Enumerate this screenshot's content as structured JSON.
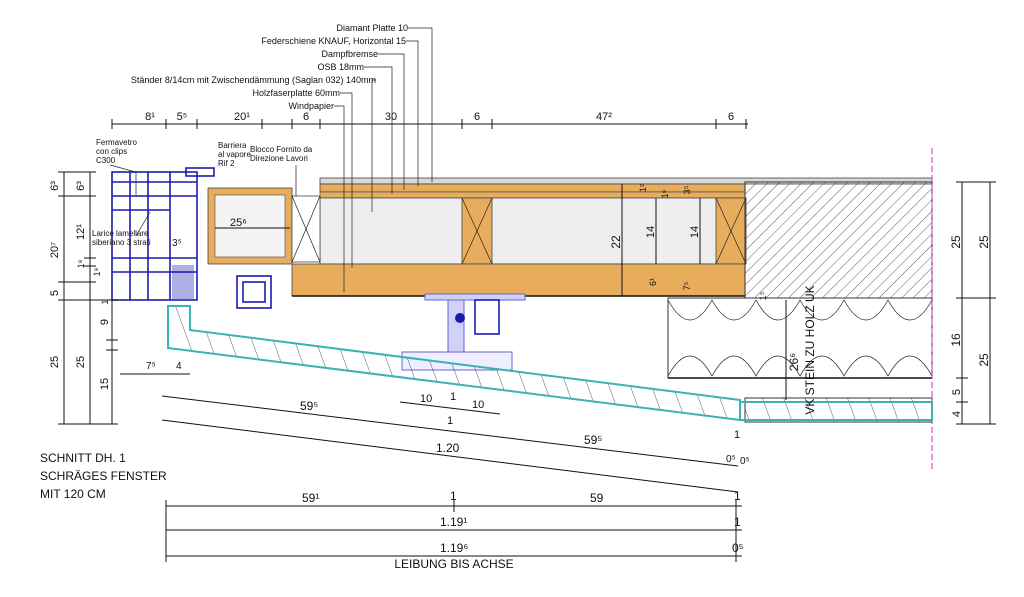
{
  "layer_labels": [
    "Diamant Platte 10",
    "Federschiene KNAUF, Horizontal 15",
    "Dampfbremse",
    "OSB 18mm",
    "Ständer 8/14cm mit Zwischendämmung (Saglan 032) 140mm",
    "Holzfaserplatte 60mm",
    "Windpapier"
  ],
  "detail_labels": {
    "fermavetro": [
      "Fermavetro",
      "con clips",
      "C300"
    ],
    "barriera": [
      "Barriera",
      "al vapore",
      "Rif 2"
    ],
    "blocco": [
      "Blocco Fornito da",
      "Direzione Lavori"
    ],
    "larice": [
      "Larice lamellare",
      "siberiano 3 strati"
    ]
  },
  "top_dims": [
    "8¹",
    "5⁵",
    "20¹",
    "6",
    "30",
    "6",
    "47²",
    "6"
  ],
  "left_dims": {
    "outer": [
      "6³",
      "20⁷",
      "5",
      "25"
    ],
    "inner": [
      "6³",
      "12¹",
      "1⁸",
      "1⁸",
      "9",
      "25",
      "15",
      "1"
    ]
  },
  "right_dims": {
    "col1": [
      "25",
      "16",
      "5",
      "4"
    ],
    "col2": [
      "25",
      "25"
    ]
  },
  "inner_dims": [
    "25⁶",
    "3⁵",
    "22",
    "14",
    "14",
    "1²",
    "1⁸",
    "3⁵",
    "6¹",
    "7⁵",
    "1⁵",
    "7⁵",
    "4",
    "26⁶"
  ],
  "vk_label": "VK STEIN ZU HOLZ UK",
  "bottom_dims": {
    "sloped_upper": [
      "59⁵",
      "10",
      "1",
      "1",
      "10",
      "59⁵",
      "1",
      "0⁵",
      "0⁵"
    ],
    "sloped_total": "1.20",
    "row1": [
      "59¹",
      "1",
      "59",
      "1"
    ],
    "row2": [
      "1.19¹",
      "1"
    ],
    "row3": [
      "1.19⁶",
      "0⁵"
    ],
    "leibung": "LEIBUNG BIS ACHSE"
  },
  "section_title": [
    "SCHNITT DH. 1",
    "SCHRÄGES FENSTER",
    "MIT 120 CM"
  ],
  "colors": {
    "timber": "#e8ad5c",
    "insulation": "#eeeeee",
    "profile_blue": "#1a1ab0",
    "sill_teal": "#3bb3b3",
    "axis_magenta": "#e020c0"
  }
}
